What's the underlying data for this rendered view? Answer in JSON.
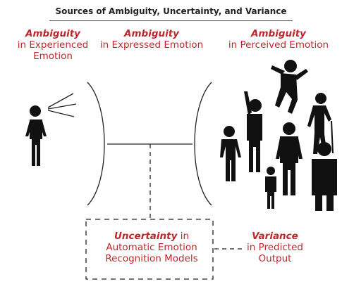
{
  "title": "Sources of Ambiguity, Uncertainty, and Variance",
  "experienced": {
    "bold": "Ambiguity",
    "line1": "in Experienced",
    "line2": "Emotion"
  },
  "expressed": {
    "bold": "Ambiguity",
    "line1": "in Expressed Emotion"
  },
  "perceived": {
    "bold": "Ambiguity",
    "line1": "in Perceived Emotion"
  },
  "models": {
    "bold": "Uncertainty",
    "bold_suffix": " in",
    "line1": "Automatic Emotion",
    "line2": "Recognition Models"
  },
  "variance": {
    "bold": "Variance",
    "line1": "in Predicted",
    "line2": "Output"
  },
  "colors": {
    "accent": "#c0272d",
    "figure": "#111111",
    "line": "#222222"
  }
}
